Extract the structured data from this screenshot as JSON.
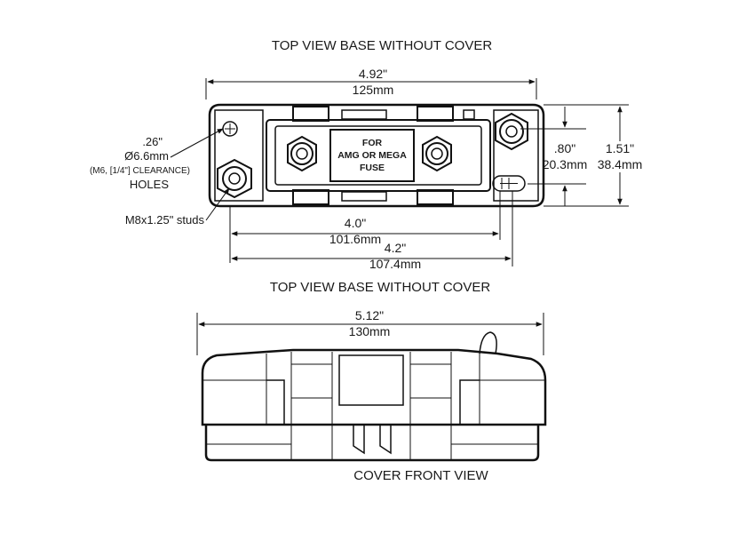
{
  "views": {
    "top_title": "TOP VIEW  BASE WITHOUT COVER",
    "middle_title": "TOP VIEW  BASE WITHOUT COVER",
    "front_title": "COVER FRONT VIEW"
  },
  "fuse_label": {
    "line1": "FOR",
    "line2": "AMG OR MEGA",
    "line3": "FUSE"
  },
  "dimensions": {
    "overall_length_in": "4.92\"",
    "overall_length_mm": "125mm",
    "hole_spacing_in": "4.0\"",
    "hole_spacing_mm": "101.6mm",
    "slot_spacing_in": "4.2\"",
    "slot_spacing_mm": "107.4mm",
    "hole_offset_in": ".80\"",
    "hole_offset_mm": "20.3mm",
    "width_in": "1.51\"",
    "width_mm": "38.4mm",
    "cover_length_in": "5.12\"",
    "cover_length_mm": "130mm"
  },
  "callouts": {
    "hole_size_in": ".26\"",
    "hole_size_mm": "Ø6.6mm",
    "hole_clearance": "(M6, [1/4\"] CLEARANCE)",
    "holes": "HOLES",
    "studs": "M8x1.25\" studs"
  }
}
